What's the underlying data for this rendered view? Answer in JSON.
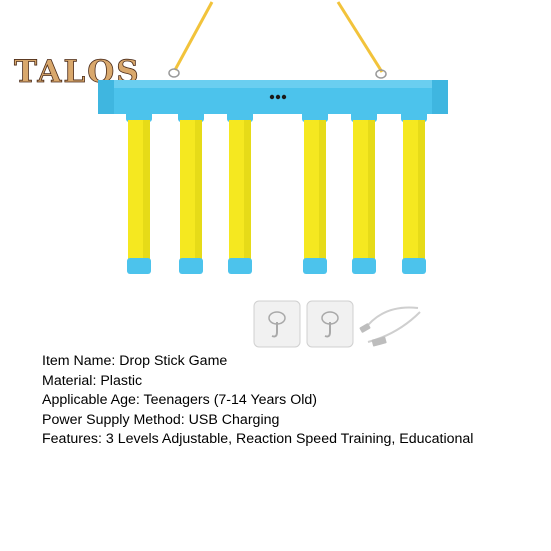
{
  "brand": {
    "logo_text": "TALOS"
  },
  "product_image": {
    "subject": "drop stick reaction game with six yellow sticks hanging from a blue bar",
    "colors": {
      "bar": "#4cc3ec",
      "stick": "#f5e820",
      "cap": "#4cc3ec",
      "rope": "#f2c33b",
      "indicator": "#1a1a1a"
    }
  },
  "accessories": [
    {
      "name": "adhesive-hook-icon"
    },
    {
      "name": "adhesive-hook-icon"
    },
    {
      "name": "usb-cable-icon"
    }
  ],
  "specs": [
    "Item Name: Drop Stick Game",
    "Material: Plastic",
    "Applicable Age: Teenagers (7-14 Years Old)",
    "Power Supply Method: USB Charging",
    "Features: 3 Levels Adjustable, Reaction Speed Training, Educational"
  ]
}
